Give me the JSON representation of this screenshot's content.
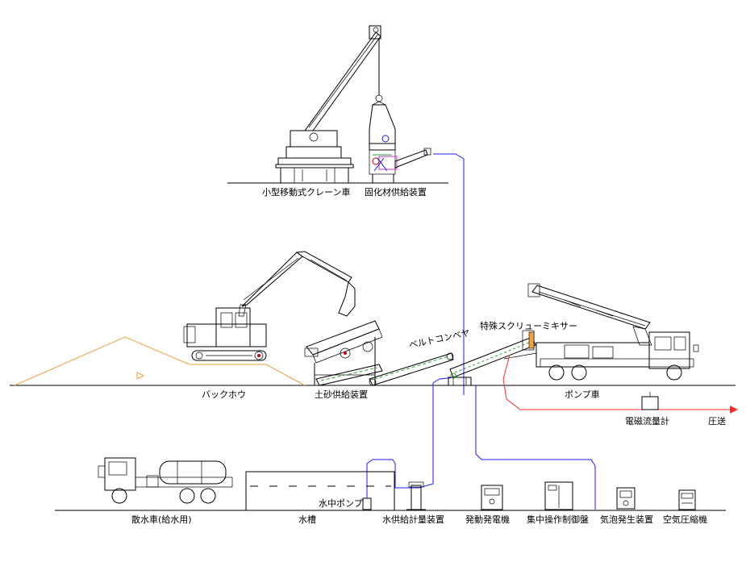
{
  "labels": {
    "crane": "小型移動式クレーン車",
    "solidifier_supply": "固化材供給装置",
    "backhoe": "バックホウ",
    "soil_supply": "土砂供給装置",
    "belt_conveyor": "ベルトコンベヤ",
    "screw_mixer": "特殊スクリューミキサー",
    "pump_truck": "ポンプ車",
    "flowmeter": "電磁流量計",
    "pressure_feed": "圧送",
    "water_truck": "散水車(給水用)",
    "water_tank": "水槽",
    "submersible_pump": "水中ポンプ",
    "water_metering": "水供給計量装置",
    "generator": "発動発電機",
    "control_panel": "集中操作制御盤",
    "foam_generator": "気泡発生装置",
    "air_compressor": "空気圧縮機"
  },
  "colors": {
    "line": "#000000",
    "pipe": "#1a1aff",
    "soil_pile": "#f0a040",
    "pressure_line": "#ff2a2a",
    "belt": "#2aa02a"
  }
}
